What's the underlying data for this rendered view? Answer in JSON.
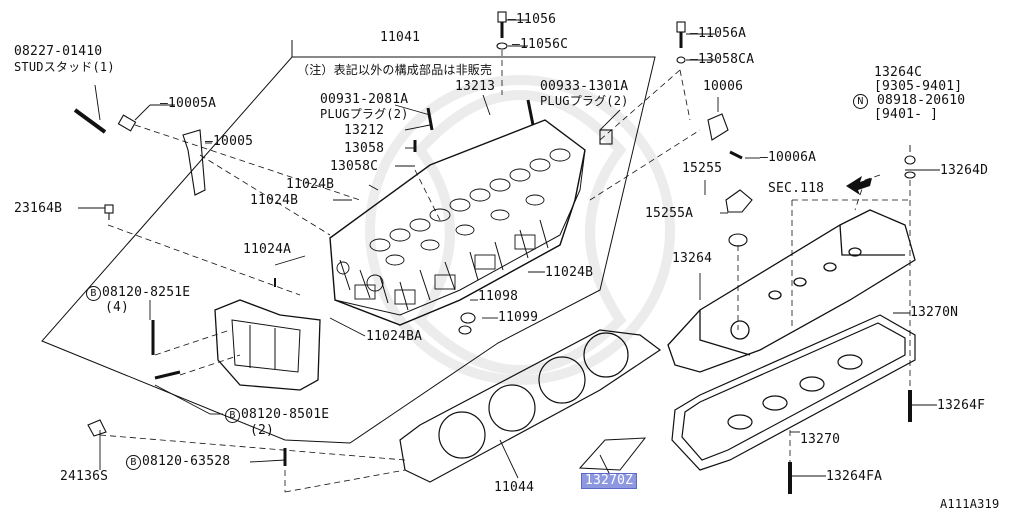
{
  "doc_code": "A111A319",
  "note": "（注）表記以外の構成部品は非販売",
  "sec_ref": "SEC.118",
  "highlight_color": "#8e98e0",
  "labels": {
    "p11056": "11056",
    "p11056c": "11056C",
    "p11056a": "11056A",
    "p13058ca": "13058CA",
    "p11041": "11041",
    "p08227": "08227-01410",
    "stud": "STUDスタッド(1)",
    "p10005a": "10005A",
    "p10005": "10005",
    "p00931": "00931-2081A",
    "plug1": "PLUGプラグ(2)",
    "p13213": "13213",
    "p00933": "00933-1301A",
    "plug2": "PLUGプラグ(2)",
    "p10006": "10006",
    "p13264c": "13264C",
    "range1": "[9305-9401]",
    "p08918": "08918-20610",
    "range2": "[9401-    ]",
    "p13212": "13212",
    "p13058": "13058",
    "p13058c": "13058C",
    "p10006a": "10006A",
    "p13264d": "13264D",
    "p15255": "15255",
    "p11024b1": "11024B",
    "p11024b2": "11024B",
    "p23164b": "23164B",
    "p15255a": "15255A",
    "p11024a": "11024A",
    "p13264": "13264",
    "p11024b3": "11024B",
    "p08120_8251e": "08120-8251E",
    "q4": "(4)",
    "p11098": "11098",
    "p11099": "11099",
    "p13270n": "13270N",
    "p11024ba": "11024BA",
    "p13264f": "13264F",
    "p08120_8501e": "08120-8501E",
    "q2": "(2)",
    "p13270": "13270",
    "p24136s": "24136S",
    "p08120_63528": "08120-63528",
    "p11044": "11044",
    "p13264fa": "13264FA",
    "p13270z": "13270Z",
    "b": "B",
    "n": "N"
  }
}
